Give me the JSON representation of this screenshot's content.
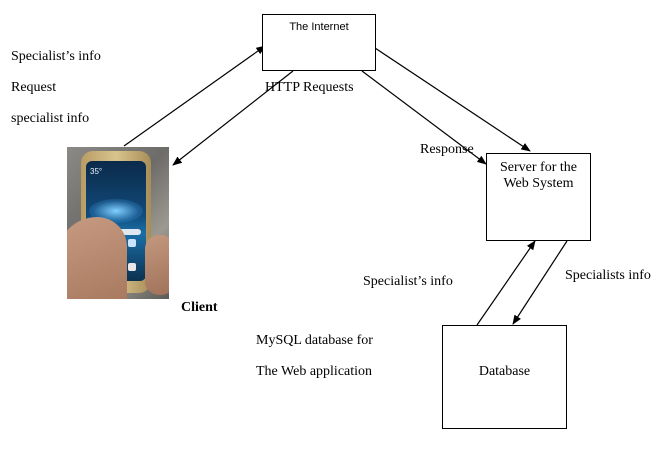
{
  "nodes": {
    "internet": "The Internet",
    "server_line1": "Server for the",
    "server_line2": "Web System",
    "database": "Database",
    "client": "Client"
  },
  "labels": {
    "specialist_info_top": "Specialist’s info",
    "request": "Request",
    "specialist_info_lower": "specialist info",
    "http_requests": "HTTP Requests",
    "response": "Response",
    "specialist_info_db": "Specialist’s info",
    "specialists_info": "Specialists info",
    "mysql_line1": "MySQL database for",
    "mysql_line2": "The Web application"
  },
  "phone_screen": {
    "time": "35°"
  },
  "colors": {
    "line": "#000000",
    "background": "#ffffff"
  }
}
